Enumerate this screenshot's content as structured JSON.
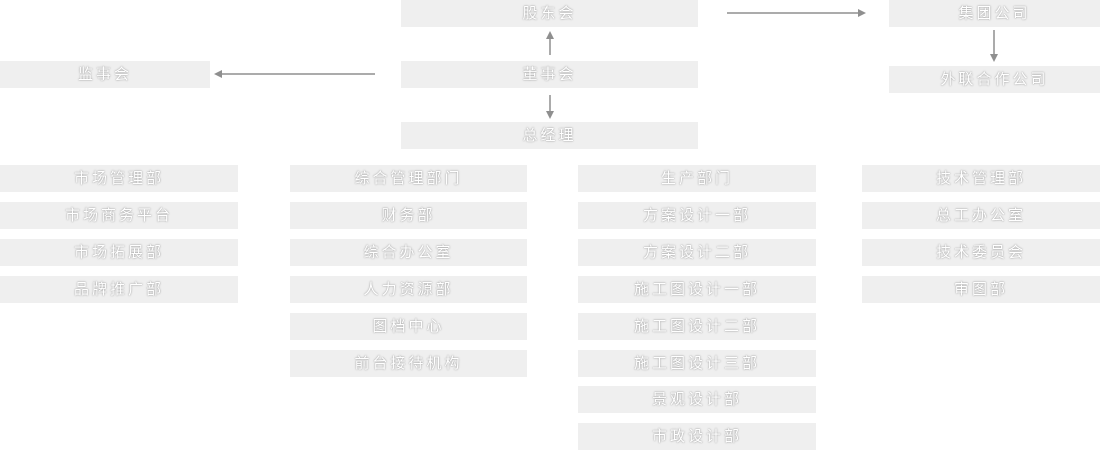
{
  "org_chart": {
    "shareholders_meeting": "股东会",
    "board": "董事会",
    "supervisory_board": "监事会",
    "general_manager": "总经理",
    "group_company": "集团公司",
    "external_partner": "外联合作公司",
    "columns": [
      [
        "市场管理部",
        "市场商务平台",
        "市场拓展部",
        "品牌推广部"
      ],
      [
        "综合管理部门",
        "财务部",
        "综合办公室",
        "人力资源部",
        "图档中心",
        "前台接待机构"
      ],
      [
        "生产部门",
        "方案设计一部",
        "方案设计二部",
        "施工图设计一部",
        "施工图设计二部",
        "施工图设计三部",
        "景观设计部",
        "市政设计部"
      ],
      [
        "技术管理部",
        "总工办公室",
        "技术委员会",
        "审图部"
      ]
    ]
  },
  "colors": {
    "box_fill": "#efefef",
    "text": "#ffffff",
    "arrow": "#8f8f8f"
  }
}
